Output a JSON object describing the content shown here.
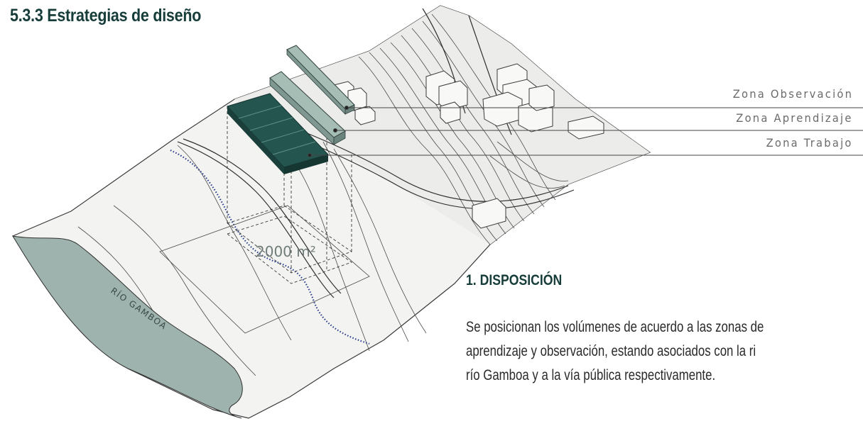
{
  "section": {
    "title": "5.3.3 Estrategias de diseño"
  },
  "diagram": {
    "zones": [
      {
        "label": "Zona Observación"
      },
      {
        "label": "Zona Aprendizaje"
      },
      {
        "label": "Zona Trabajo"
      }
    ],
    "area_label": "2000 m²",
    "river_label": "RÍO GAMBOA"
  },
  "strategy": {
    "heading": "1. DISPOSICIÓN",
    "lines": [
      "Se posicionan los volúmenes de acuerdo a las zonas de",
      "aprendizaje y observación, estando asociados con la ri",
      "río Gamboa y a la vía pública respectivamente."
    ]
  },
  "colors": {
    "dark_green": "#25554f",
    "light_green": "#a6bdb6",
    "river": "#9fb3ae",
    "title": "#173d3a",
    "path_blue": "#2a3d8c"
  }
}
